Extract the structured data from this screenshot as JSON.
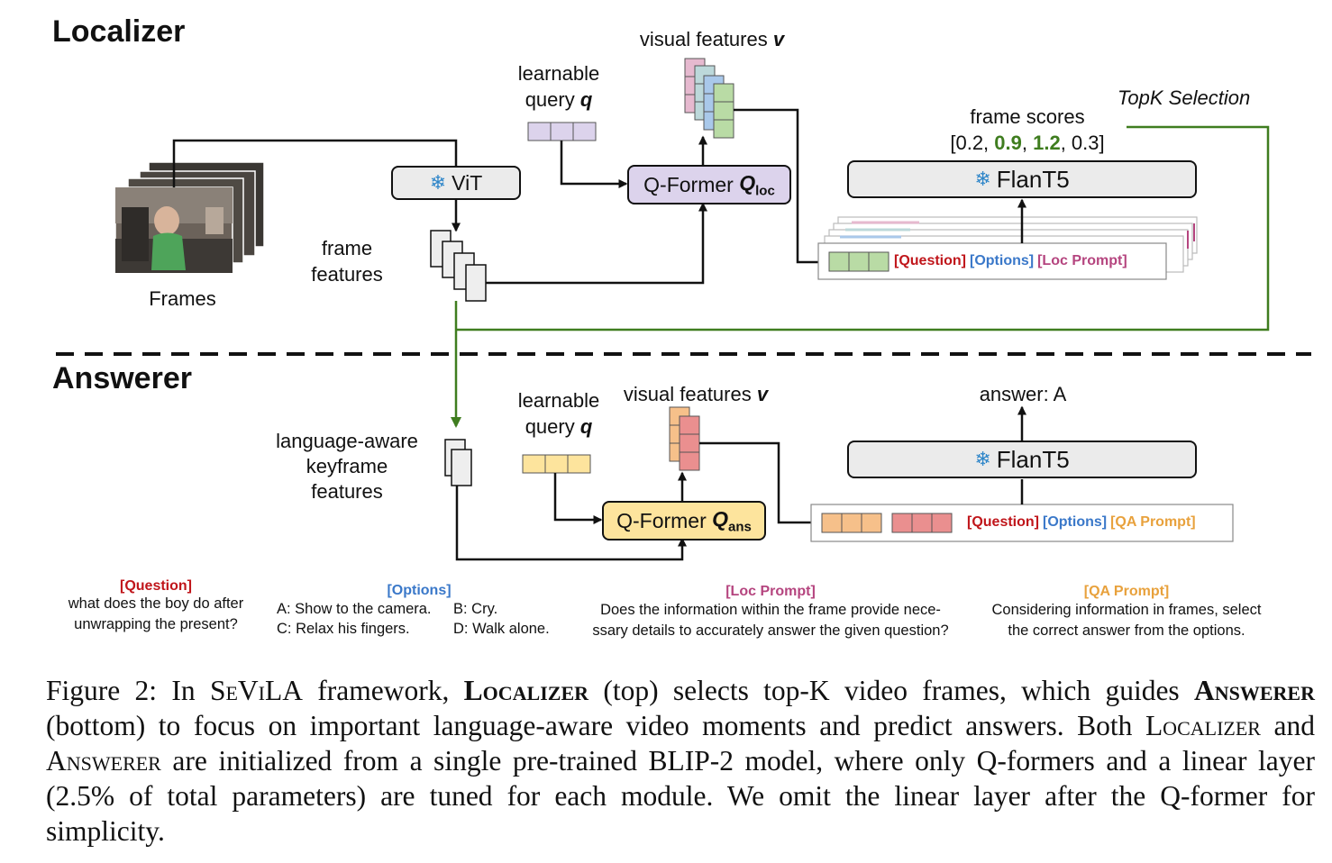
{
  "localizer": {
    "title": "Localizer",
    "frames_label": "Frames",
    "vit_label": "ViT",
    "frame_features_label": "frame\nfeatures",
    "learnable_query_label": "learnable\nquery",
    "query_symbol": "q",
    "visual_features_label": "visual features",
    "visual_symbol": "v",
    "qformer_label": "Q-Former",
    "qformer_symbol": "Q",
    "qformer_sub": "loc",
    "flant5_label": "FlanT5",
    "frame_scores_label": "frame scores",
    "frame_scores": {
      "open": "[0.2, ",
      "s2": "0.9",
      "sep1": ", ",
      "s3": "1.2",
      "close": ", 0.3]"
    },
    "topk_label": "TopK Selection",
    "tokens": [
      "[Question]",
      "[Options]",
      "[Loc Prompt]"
    ]
  },
  "answerer": {
    "title": "Answerer",
    "keyframe_label": "language-aware\nkeyframe\nfeatures",
    "learnable_query_label": "learnable\nquery",
    "query_symbol": "q",
    "visual_features_label": "visual features",
    "visual_symbol": "v",
    "qformer_label": "Q-Former",
    "qformer_symbol": "Q",
    "qformer_sub": "ans",
    "flant5_label": "FlanT5",
    "answer_label": "answer: A",
    "tokens": [
      "[Question]",
      "[Options]",
      "[QA Prompt]"
    ]
  },
  "legend": {
    "question": {
      "title": "[Question]",
      "text": "what does the boy do after\nunwrapping the present?"
    },
    "options": {
      "title": "[Options]",
      "a": "A: Show to the camera.",
      "b": "B: Cry.",
      "c": "C: Relax his fingers.",
      "d": "D: Walk alone."
    },
    "loc_prompt": {
      "title": "[Loc Prompt]",
      "text": "Does the information within the frame provide nece-\nssary details to accurately answer the given question?"
    },
    "qa_prompt": {
      "title": "[QA Prompt]",
      "text": "Considering information in frames, select\nthe correct answer from the options."
    }
  },
  "caption": {
    "fig": "Figure 2:",
    "p1": " In ",
    "sevila": "SeViLA",
    "p2": " framework, ",
    "localizer": "Localizer",
    "p3": " (top) selects top-K video frames, which guides ",
    "answerer": "Answerer",
    "p4": " (bottom) to focus on important language-aware video moments and predict answers. Both ",
    "localizer2": "Localizer",
    "p5": " and ",
    "answerer2": "Answerer",
    "p6": " are initialized from a single pre-trained BLIP-2 model, where only Q-formers and a linear layer (2.5% of total parameters) are tuned for each module. We omit the linear layer after the Q-former for simplicity."
  },
  "colors": {
    "question": "#c0161b",
    "options": "#3a78c9",
    "loc_prompt": "#b5457f",
    "qa_prompt": "#e8a13c",
    "green": "#3f7d1f",
    "qformer_loc": "#dcd3ec",
    "qformer_ans": "#fde49d",
    "box_gray": "#ebebeb"
  }
}
